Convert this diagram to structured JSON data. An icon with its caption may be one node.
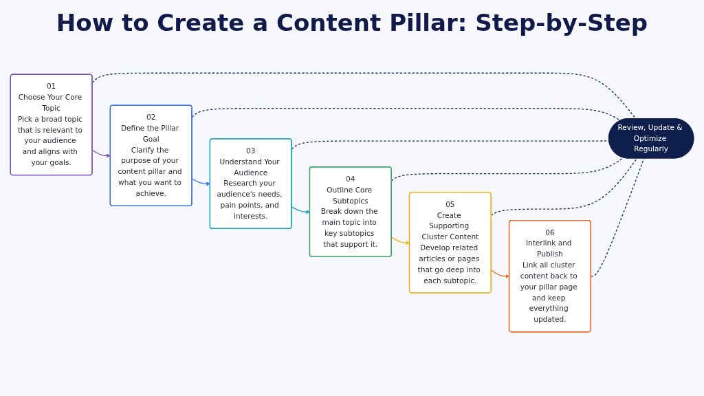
{
  "diagram": {
    "title": "How to Create a Content Pillar: Step-by-Step",
    "nodes": [
      {
        "text": [
          "01",
          "Choose Your Core Topic",
          "Pick a broad topic that is relevant to your audience and aligns with your goals."
        ]
      },
      {
        "text": [
          "02",
          "Define the Pillar Goal",
          "Clarify the purpose of your content pillar and what you want to achieve."
        ]
      },
      {
        "text": [
          "03",
          "Understand Your Audience",
          "Research your audience's needs, pain points, and interests."
        ]
      },
      {
        "text": [
          "04",
          "Outline Core Subtopics",
          "Break down the main topic into key subtopics that support it."
        ]
      },
      {
        "text": [
          "05",
          "Create Supporting Cluster Content",
          "Develop related articles or pages that go deep into each subtopic."
        ]
      },
      {
        "text": [
          "06",
          "Interlink and Publish",
          "Link all cluster content back to your pillar page and keep everything updated."
        ]
      },
      {
        "text": [
          "Review, Update & Optimize Regularly"
        ]
      }
    ],
    "edges": [
      {
        "from": 0,
        "to": 1,
        "arrow": "to",
        "color": "#7b4fc4"
      },
      {
        "from": 1,
        "to": 2,
        "arrow": "to",
        "color": "#3b6ee8"
      },
      {
        "from": 2,
        "to": 3,
        "arrow": "to",
        "color": "#17a2c0"
      },
      {
        "from": 3,
        "to": 4,
        "arrow": "to",
        "color": "#f5b21a"
      },
      {
        "from": 4,
        "to": 5,
        "arrow": "to",
        "color": "#f26a2a"
      },
      {
        "from": 0,
        "to": 6,
        "arrow": "none",
        "style": "dashed"
      },
      {
        "from": 1,
        "to": 6,
        "arrow": "none",
        "style": "dashed"
      },
      {
        "from": 2,
        "to": 6,
        "arrow": "none",
        "style": "dashed"
      },
      {
        "from": 3,
        "to": 6,
        "arrow": "none",
        "style": "dashed"
      },
      {
        "from": 4,
        "to": 6,
        "arrow": "none",
        "style": "dashed"
      },
      {
        "from": 5,
        "to": 6,
        "arrow": "none",
        "style": "dashed"
      }
    ]
  }
}
